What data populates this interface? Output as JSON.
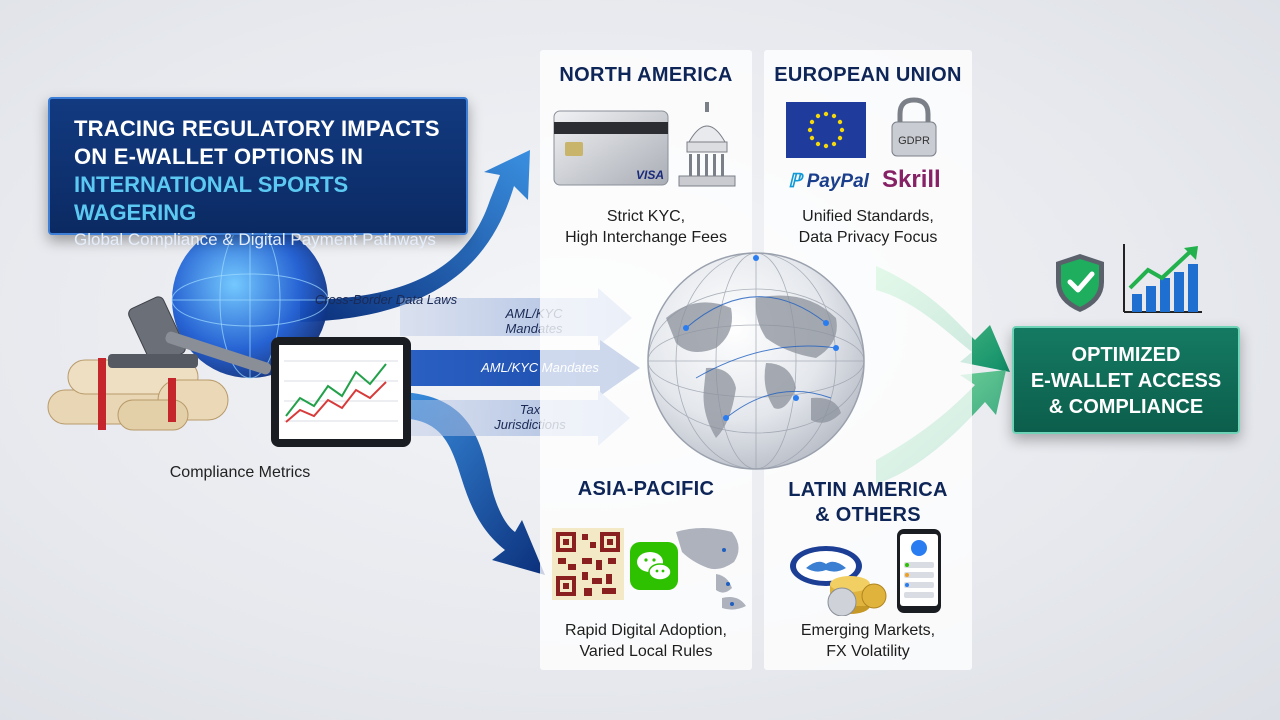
{
  "title": {
    "line1": "TRACING REGULATORY IMPACTS",
    "line2": "ON E-WALLET OPTIONS IN",
    "line3": "INTERNATIONAL SPORTS WAGERING",
    "subtitle": "Global Compliance & Digital Payment Pathways"
  },
  "left": {
    "compliance_metrics": "Compliance Metrics"
  },
  "flows": {
    "cross_border": "Cross-Border Data Laws",
    "aml_kyc_1": "AML/KYC\nMandates",
    "aml_kyc_2": "AML/KYC Mandates",
    "tax": "Tax\nJurisdictions"
  },
  "regions": {
    "north_america": {
      "title": "NORTH AMERICA",
      "desc1": "Strict KYC,",
      "desc2": "High Interchange Fees",
      "card_text": "VISA"
    },
    "european_union": {
      "title": "EUROPEAN UNION",
      "desc1": "Unified Standards,",
      "desc2": "Data Privacy Focus",
      "lock_text": "GDPR",
      "paypal": "PayPal",
      "skrill": "Skrill"
    },
    "asia_pacific": {
      "title": "ASIA-PACIFIC",
      "desc1": "Rapid Digital Adoption,",
      "desc2": "Varied Local Rules"
    },
    "latin_america": {
      "title1": "LATIN AMERICA",
      "title2": "& OTHERS",
      "desc1": "Emerging Markets,",
      "desc2": "FX Volatility"
    }
  },
  "outcome": {
    "line1": "OPTIMIZED",
    "line2": "E-WALLET ACCESS",
    "line3": "& COMPLIANCE"
  },
  "colors": {
    "navy": "#0b2a63",
    "accent_blue": "#1f5fbf",
    "cyan": "#5cc9f2",
    "green": "#0b5e4b",
    "light_green": "#3bd08a"
  },
  "icons": [
    "gavel-icon",
    "scrolls-icon",
    "globe-icon",
    "tablet-chart-icon",
    "credit-card-icon",
    "capitol-icon",
    "eu-flag-icon",
    "padlock-icon",
    "qr-code-icon",
    "wechat-icon",
    "asia-map-icon",
    "handshake-icon",
    "coins-icon",
    "phone-app-icon",
    "shield-check-icon",
    "growth-chart-icon"
  ]
}
